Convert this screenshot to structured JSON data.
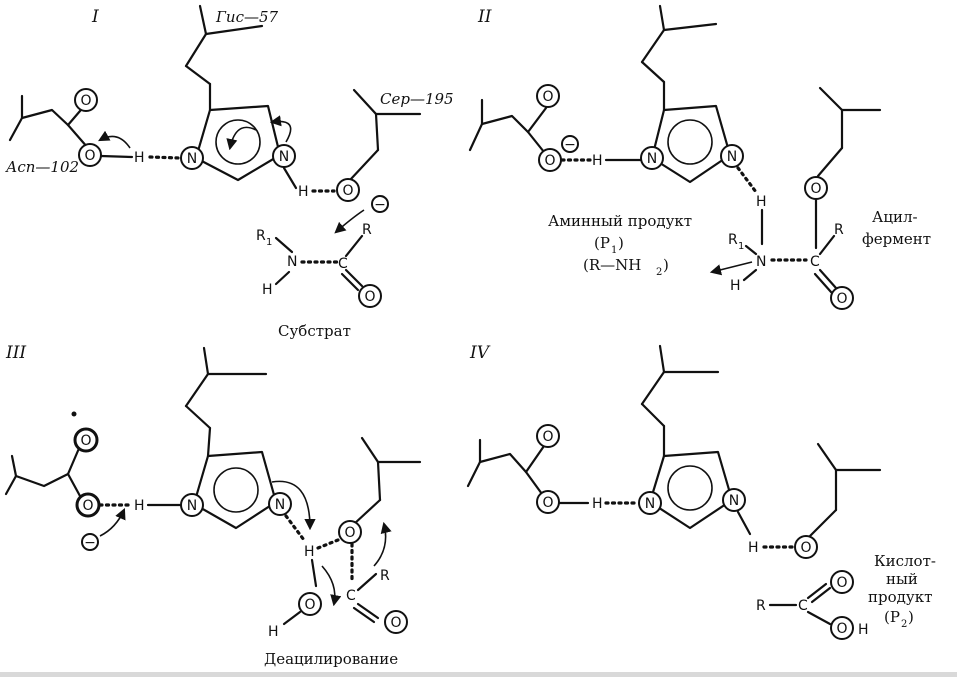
{
  "panels": {
    "p1": {
      "numeral": "I",
      "his_label": "Гис—57",
      "ser_label": "Сер—195",
      "asp_label": "Асп—102",
      "substrate_label": "Субстрат"
    },
    "p2": {
      "numeral": "II",
      "amine_product": "Аминный продукт",
      "p1_label": "(P",
      "p1_sub": "1",
      "p1_close": ")",
      "amine_formula": "(R—NH",
      "amine_sub": "2",
      "amine_close": ")",
      "acyl_1": "Ацил-",
      "acyl_2": "фермент"
    },
    "p3": {
      "numeral": "III",
      "deacylation": "Деацилирование"
    },
    "p4": {
      "numeral": "IV",
      "acid_1": "Кислот-",
      "acid_2": "ный",
      "acid_3": "продукт",
      "p2_label": "(P",
      "p2_sub": "2",
      "p2_close": ")"
    }
  },
  "atoms": {
    "O": "O",
    "N": "N",
    "H": "H",
    "C": "C",
    "R": "R",
    "R1": "R",
    "R1_sub": "1",
    "minus": "−"
  }
}
